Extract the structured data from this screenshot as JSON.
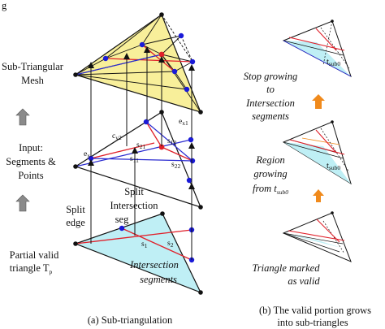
{
  "header_fragment": "g",
  "left_panel": {
    "labels": {
      "mesh_1": "Sub-Triangular",
      "mesh_2": "Mesh",
      "input_1": "Input:",
      "input_2": "Segments &",
      "input_3": "Points",
      "partial_1": "Partial valid",
      "partial_2": "triangle T",
      "partial_sub": "p",
      "split_edge_1": "Split",
      "split_edge_2": "edge",
      "split_seg_1": "Split",
      "split_seg_2": "Intersection",
      "split_seg_3": "seg",
      "intersection_1": "Intersection",
      "intersection_2": "segments"
    },
    "point_labels": {
      "e_x1": {
        "base": "e",
        "sub": "x1"
      },
      "e_x": {
        "base": "e",
        "sub": "x"
      },
      "c_y2": {
        "base": "c",
        "sub": "y2"
      },
      "s_21": {
        "base": "s",
        "sub": "21"
      },
      "s_12": {
        "base": "s",
        "sub": "12"
      },
      "s_11": {
        "base": "s",
        "sub": "11"
      },
      "s_22": {
        "base": "s",
        "sub": "22"
      },
      "s_1": {
        "base": "s",
        "sub": "1"
      },
      "s_2": {
        "base": "s",
        "sub": "2"
      }
    },
    "caption": "(a) Sub-triangulation"
  },
  "right_panel": {
    "top_label": {
      "line1": "Stop growing",
      "line2": "to",
      "line3": "Intersection",
      "line4": "segments"
    },
    "mid_label": {
      "line1": "Region",
      "line2": "growing",
      "line3": "from t",
      "line3_sub": "sub0"
    },
    "bottom_label": {
      "line1": "Triangle marked",
      "line2": "as valid"
    },
    "tri_tag": {
      "base": "t",
      "sub": "sub0"
    },
    "caption_1": "(b) The valid portion grows",
    "caption_2": "into sub-triangles"
  },
  "colors": {
    "yellow_fill": "#f8ef9a",
    "cyan_fill": "#bfeff5",
    "blue_dot": "#1a1ad8",
    "red_line": "#e0202a",
    "blue_line": "#2b2bd0",
    "orange_arrow": "#f08a1c",
    "gray_arrow": "#8a8a8a"
  }
}
